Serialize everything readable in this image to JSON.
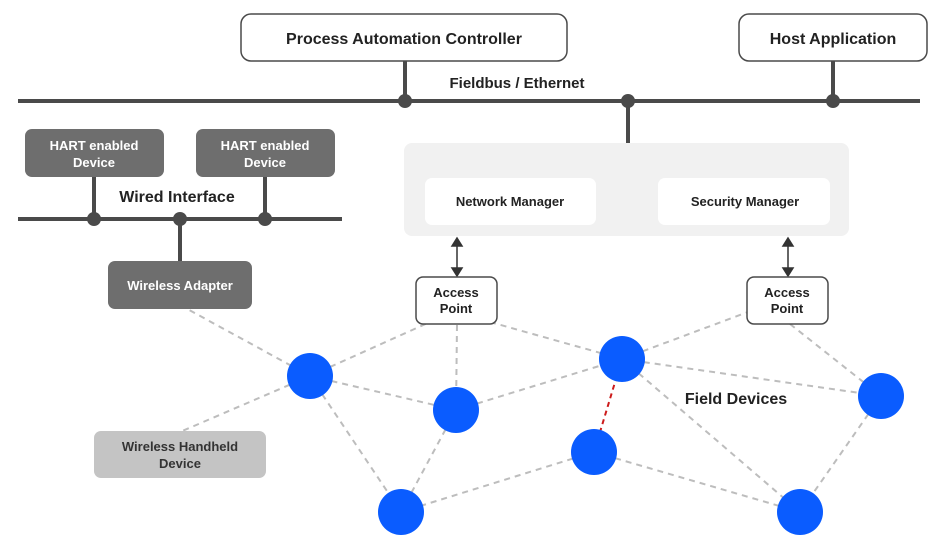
{
  "top": {
    "controller_label": "Process Automation Controller",
    "host_label": "Host Application",
    "bus_label": "Fieldbus / Ethernet"
  },
  "wired": {
    "device_1": [
      "HART enabled",
      "Device"
    ],
    "device_2": [
      "HART enabled",
      "Device"
    ],
    "interface_label": "Wired Interface",
    "adapter_label": "Wireless Adapter"
  },
  "managers": {
    "network_label": "Network Manager",
    "security_label": "Security Manager"
  },
  "access_points": {
    "left": [
      "Access",
      "Point"
    ],
    "right": [
      "Access",
      "Point"
    ]
  },
  "handheld": [
    "Wireless Handheld",
    "Device"
  ],
  "field_devices_label": "Field Devices",
  "colors": {
    "bus_line": "#4a4a4a",
    "dark_box": "#6e6e6e",
    "light_box": "#c4c4c4",
    "panel": "#f1f1f1",
    "node_blue": "#0a5cff",
    "dashed": "#bdbdbd",
    "red_dashed": "#cc1b1b"
  }
}
